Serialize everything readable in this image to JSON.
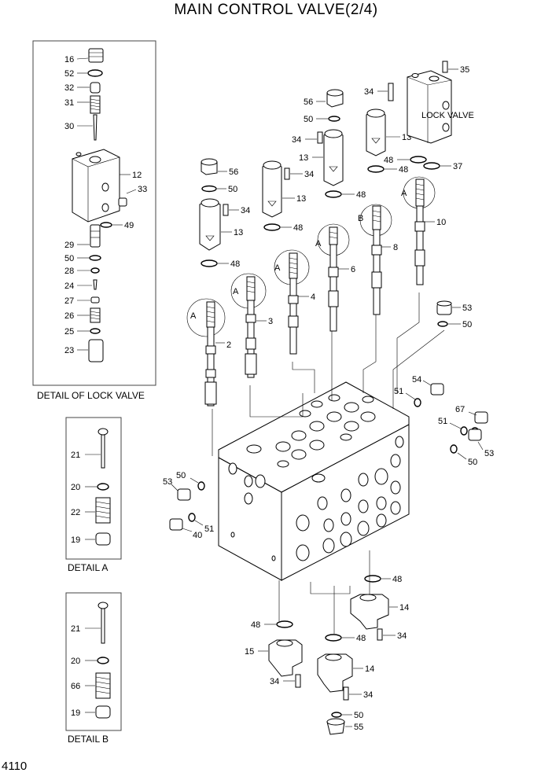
{
  "title": "MAIN CONTROL VALVE(2/4)",
  "page_number": "4110",
  "details": {
    "lock_valve": {
      "caption": "DETAIL OF LOCK VALVE"
    },
    "a": {
      "caption": "DETAIL A"
    },
    "b": {
      "caption": "DETAIL B"
    }
  },
  "lock_valve_label": "LOCK VALVE",
  "callouts": {
    "lv_16": "16",
    "lv_52": "52",
    "lv_32": "32",
    "lv_31": "31",
    "lv_30": "30",
    "lv_12": "12",
    "lv_33": "33",
    "lv_49": "49",
    "lv_29": "29",
    "lv_50": "50",
    "lv_28": "28",
    "lv_24": "24",
    "lv_27": "27",
    "lv_26": "26",
    "lv_25": "25",
    "lv_23": "23",
    "da_21": "21",
    "da_20": "20",
    "da_22": "22",
    "da_19": "19",
    "db_21": "21",
    "db_20": "20",
    "db_66": "66",
    "db_19": "19",
    "m_35": "35",
    "m_34a": "34",
    "m_56a": "56",
    "m_50a": "50",
    "m_34b": "34",
    "m_13a": "13",
    "m_13b": "13",
    "m_48a": "48",
    "m_48b": "48",
    "m_37": "37",
    "m_34c": "34",
    "m_13c": "13",
    "m_48c": "48",
    "m_56b": "56",
    "m_50b": "50",
    "m_34d": "34",
    "m_13d": "13",
    "m_48d": "48",
    "m_48e": "48",
    "m_A1": "A",
    "m_A2": "A",
    "m_A3": "A",
    "m_A4": "A",
    "m_A5": "A",
    "m_B1": "B",
    "m_2": "2",
    "m_3": "3",
    "m_4": "4",
    "m_6": "6",
    "m_8": "8",
    "m_10": "10",
    "m_53a": "53",
    "m_50c": "50",
    "m_54": "54",
    "m_51a": "51",
    "m_67": "67",
    "m_51b": "51",
    "m_53b": "53",
    "m_50d": "50",
    "m_53c": "53",
    "m_50e": "50",
    "m_51c": "51",
    "m_40": "40",
    "m_48f": "48",
    "m_14a": "14",
    "m_48g": "48",
    "m_48h": "48",
    "m_34e": "34",
    "m_15": "15",
    "m_34f": "34",
    "m_14b": "14",
    "m_34g": "34",
    "m_50f": "50",
    "m_55": "55"
  }
}
